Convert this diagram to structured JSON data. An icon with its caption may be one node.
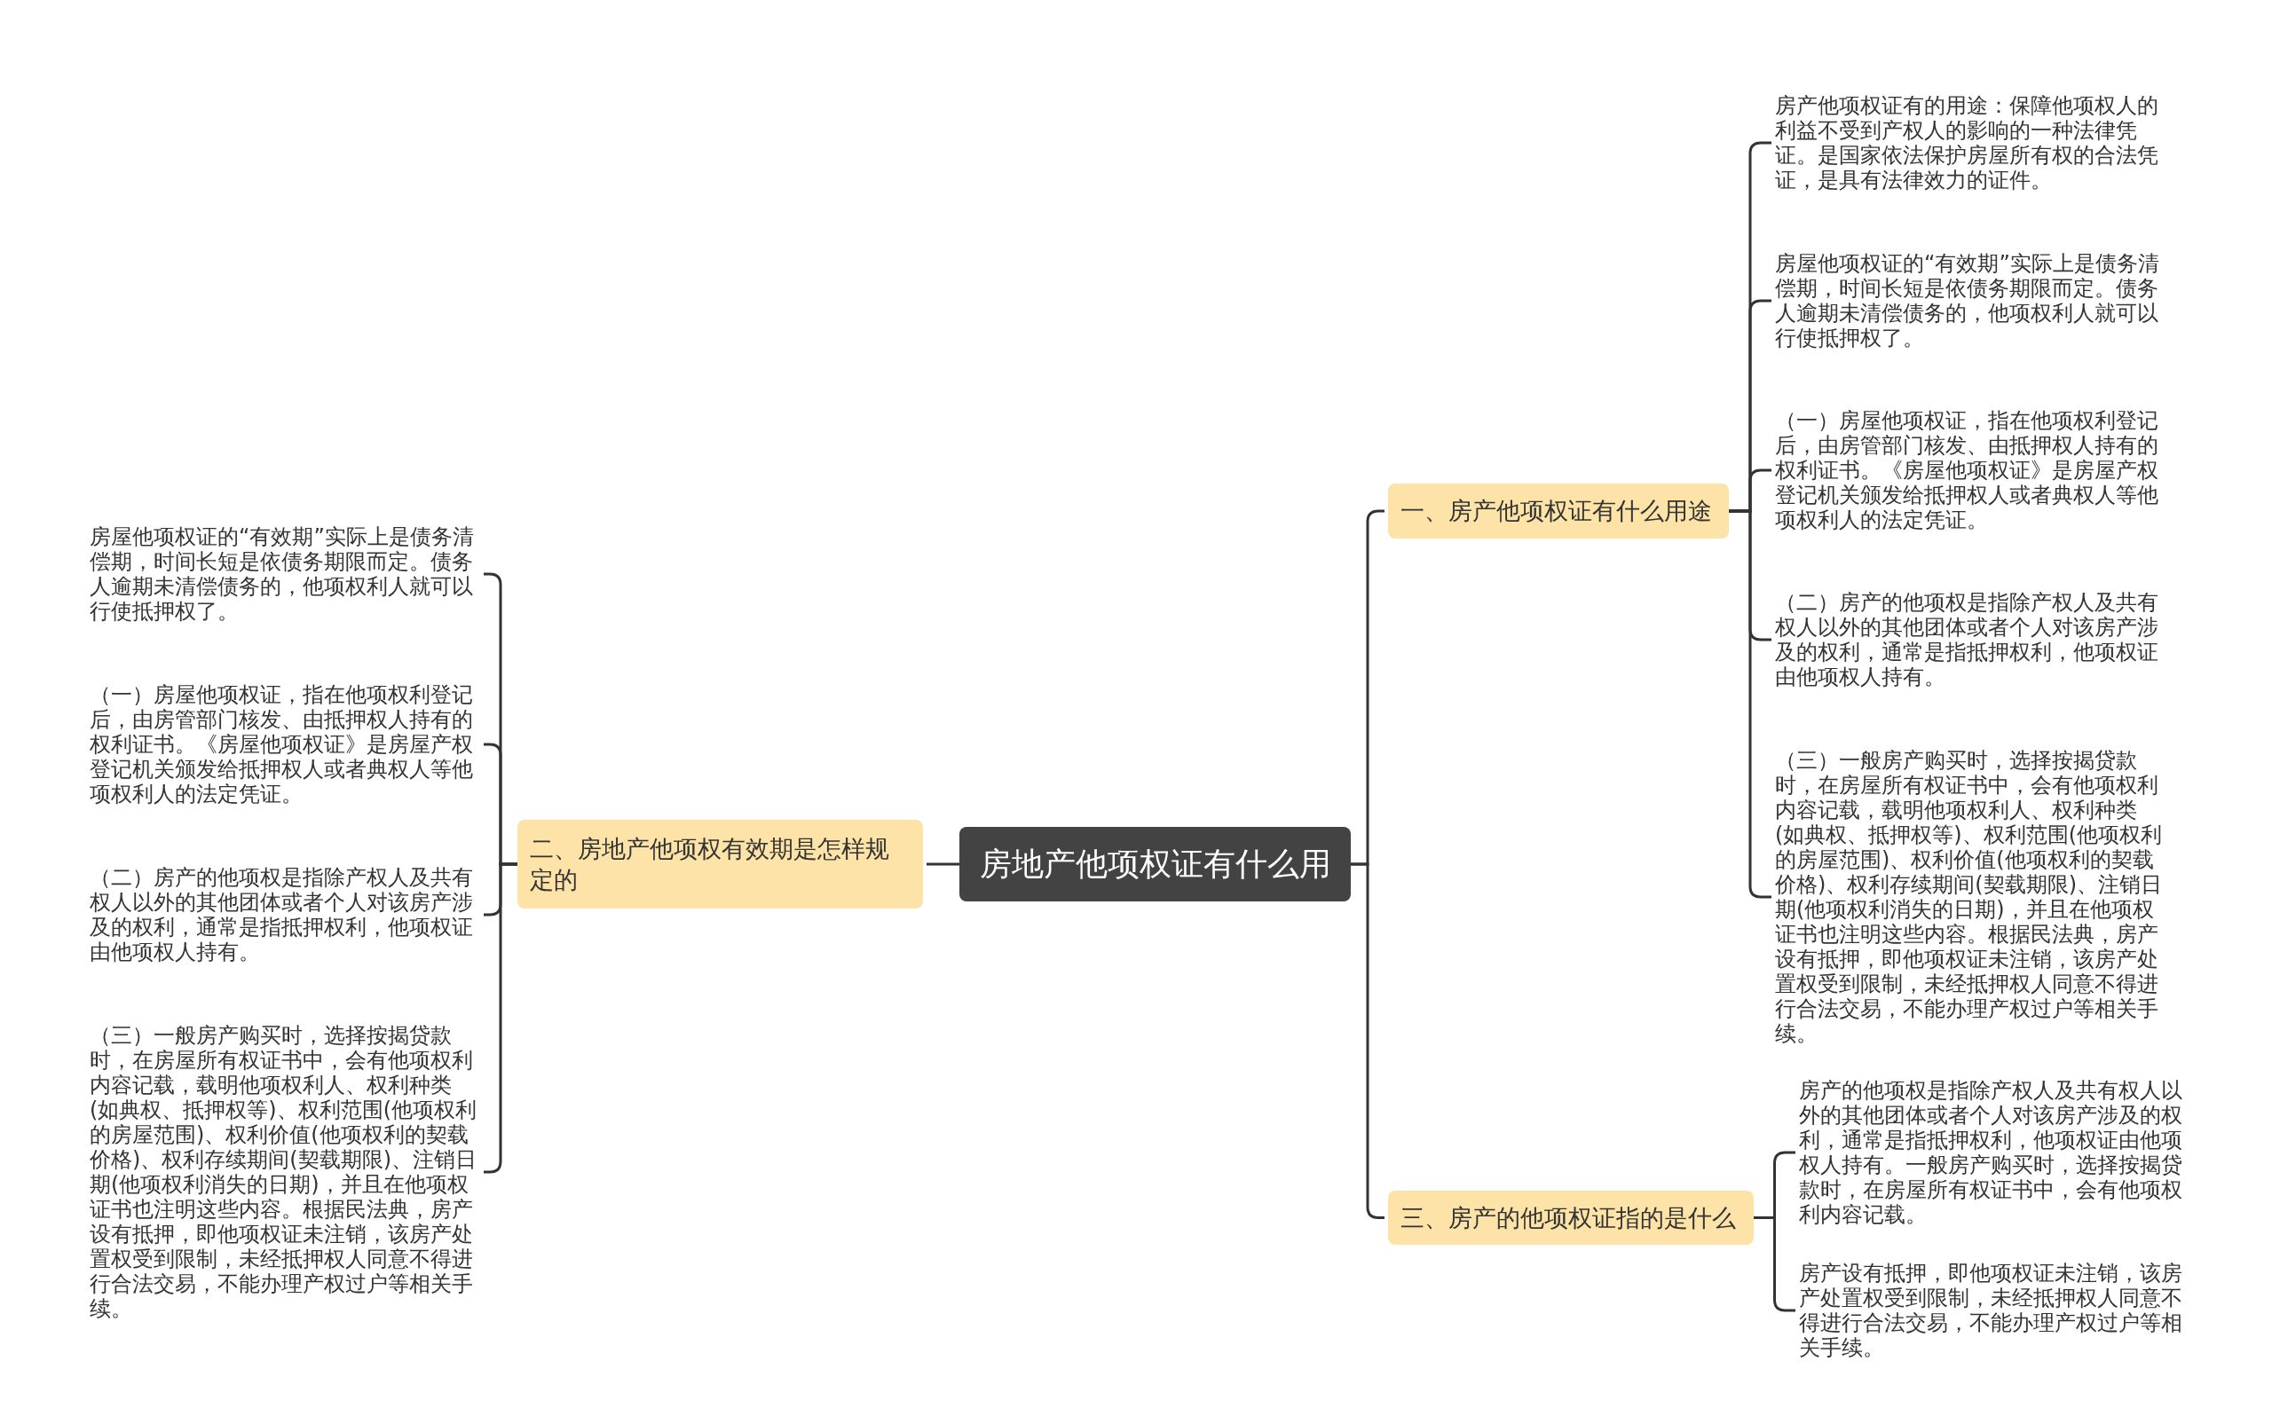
{
  "diagram": {
    "nodes": [
      {
        "text": [
          "房地产他项权证有什么用"
        ]
      },
      {
        "text": [
          "一、房产他项权证有什么用途"
        ]
      },
      {
        "text": [
          "二、房地产他项权有效期是怎样规定的"
        ]
      },
      {
        "text": [
          "三、房产的他项权证指的是什么"
        ]
      },
      {
        "text": [
          "房产他项权证有的用途：保障他项权人的利益不受到产权人的影响的一种法律凭证。是国家依法保护房屋所有权的合法凭证，是具有法律效力的证件。"
        ]
      },
      {
        "text": [
          "房屋他项权证的“有效期”实际上是债务清偿期，时间长短是依债务期限而定。债务人逾期未清偿债务的，他项权利人就可以行使抵押权了。"
        ]
      },
      {
        "text": [
          "（一）房屋他项权证，指在他项权利登记后，由房管部门核发、由抵押权人持有的权利证书。《房屋他项权证》是房屋产权登记机关颁发给抵押权人或者典权人等他项权利人的法定凭证。"
        ]
      },
      {
        "text": [
          "（二）房产的他项权是指除产权人及共有权人以外的其他团体或者个人对该房产涉及的权利，通常是指抵押权利，他项权证由他项权人持有。"
        ]
      },
      {
        "text": [
          "（三）一般房产购买时，选择按揭贷款时，在房屋所有权证书中，会有他项权利内容记载，载明他项权利人、权利种类(如典权、抵押权等)、权利范围(他项权利的房屋范围)、权利价值(他项权利的契载价格)、权利存续期间(契载期限)、注销日期(他项权利消失的日期)，并且在他项权证书也注明这些内容。根据民法典，房产设有抵押，即他项权证未注销，该房产处置权受到限制，未经抵押权人同意不得进行合法交易，不能办理产权过户等相关手续。"
        ]
      },
      {
        "text": [
          "房屋他项权证的“有效期”实际上是债务清偿期，时间长短是依债务期限而定。债务人逾期未清偿债务的，他项权利人就可以行使抵押权了。"
        ]
      },
      {
        "text": [
          "（一）房屋他项权证，指在他项权利登记后，由房管部门核发、由抵押权人持有的权利证书。《房屋他项权证》是房屋产权登记机关颁发给抵押权人或者典权人等他项权利人的法定凭证。"
        ]
      },
      {
        "text": [
          "（二）房产的他项权是指除产权人及共有权人以外的其他团体或者个人对该房产涉及的权利，通常是指抵押权利，他项权证由他项权人持有。"
        ]
      },
      {
        "text": [
          "（三）一般房产购买时，选择按揭贷款时，在房屋所有权证书中，会有他项权利内容记载，载明他项权利人、权利种类(如典权、抵押权等)、权利范围(他项权利的房屋范围)、权利价值(他项权利的契载价格)、权利存续期间(契载期限)、注销日期(他项权利消失的日期)，并且在他项权证书也注明这些内容。根据民法典，房产设有抵押，即他项权证未注销，该房产处置权受到限制，未经抵押权人同意不得进行合法交易，不能办理产权过户等相关手续。"
        ]
      },
      {
        "text": [
          "房产的他项权是指除产权人及共有权人以外的其他团体或者个人对该房产涉及的权利，通常是指抵押权利，他项权证由他项权人持有。一般房产购买时，选择按揭贷款时，在房屋所有权证书中，会有他项权利内容记载。"
        ]
      },
      {
        "text": [
          "房产设有抵押，即他项权证未注销，该房产处置权受到限制，未经抵押权人同意不得进行合法交易，不能办理产权过户等相关手续。"
        ]
      }
    ],
    "edges": [
      {
        "from": 0,
        "to": 1,
        "arrow": "none"
      },
      {
        "from": 0,
        "to": 2,
        "arrow": "none"
      },
      {
        "from": 0,
        "to": 3,
        "arrow": "none"
      },
      {
        "from": 1,
        "to": 4,
        "arrow": "none"
      },
      {
        "from": 1,
        "to": 5,
        "arrow": "none"
      },
      {
        "from": 1,
        "to": 6,
        "arrow": "none"
      },
      {
        "from": 1,
        "to": 7,
        "arrow": "none"
      },
      {
        "from": 1,
        "to": 8,
        "arrow": "none"
      },
      {
        "from": 2,
        "to": 9,
        "arrow": "none"
      },
      {
        "from": 2,
        "to": 10,
        "arrow": "none"
      },
      {
        "from": 2,
        "to": 11,
        "arrow": "none"
      },
      {
        "from": 2,
        "to": 12,
        "arrow": "none"
      },
      {
        "from": 3,
        "to": 13,
        "arrow": "none"
      },
      {
        "from": 3,
        "to": 14,
        "arrow": "none"
      }
    ]
  }
}
